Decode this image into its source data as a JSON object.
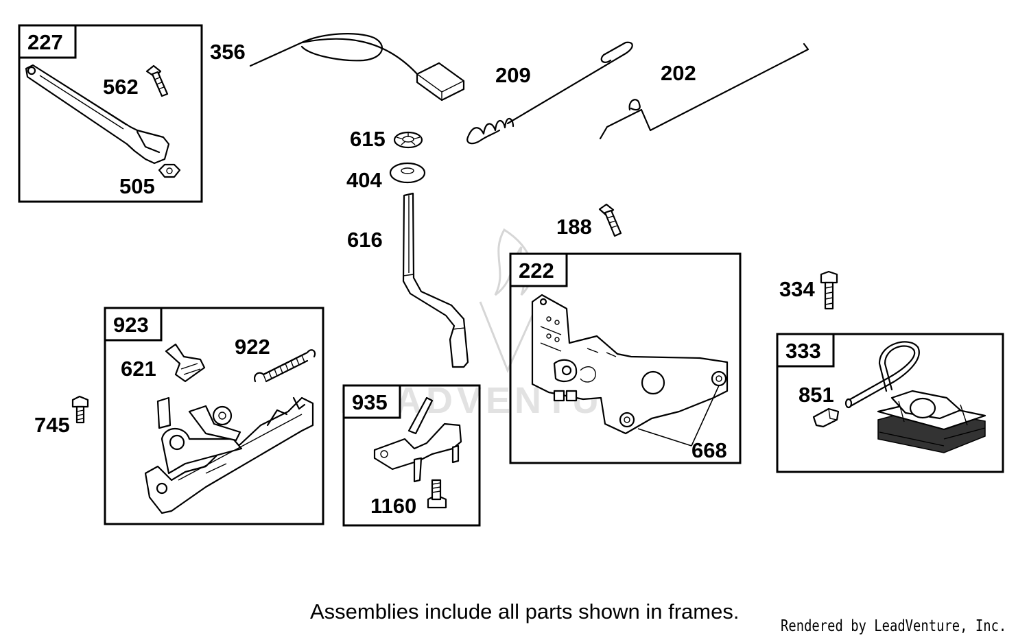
{
  "frames": {
    "f227": {
      "label": "227"
    },
    "f923": {
      "label": "923"
    },
    "f935": {
      "label": "935"
    },
    "f222": {
      "label": "222"
    },
    "f333": {
      "label": "333"
    }
  },
  "parts": {
    "p356": "356",
    "p209": "209",
    "p202": "202",
    "p615": "615",
    "p404": "404",
    "p616": "616",
    "p188": "188",
    "p334": "334",
    "p745": "745",
    "p562": "562",
    "p505": "505",
    "p621": "621",
    "p922": "922",
    "p1160": "1160",
    "p668": "668",
    "p851": "851"
  },
  "watermark": {
    "text": "LEADVENTURE"
  },
  "caption": "Assemblies include all parts shown in frames.",
  "credit": "Rendered by LeadVenture, Inc."
}
